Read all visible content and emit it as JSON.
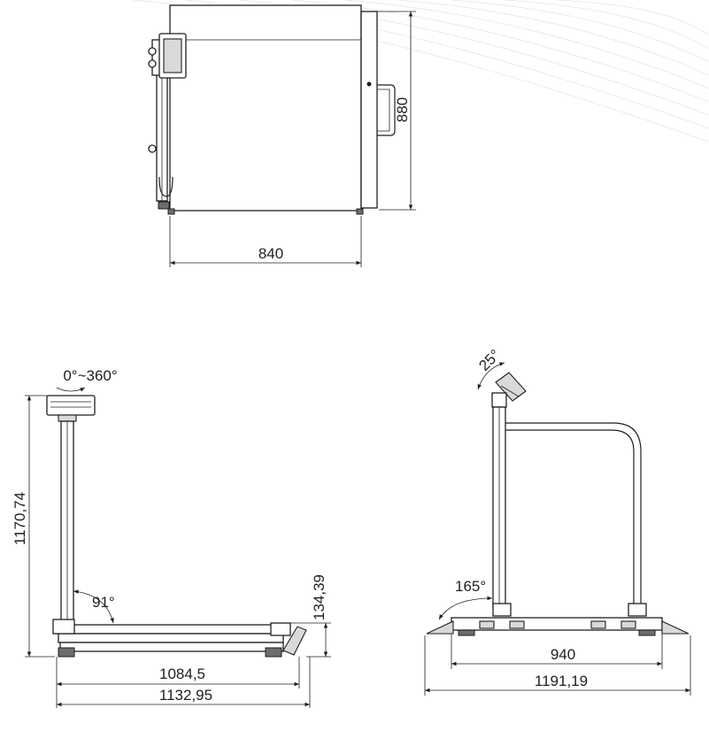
{
  "top_view": {
    "width_label": "840",
    "depth_label": "880"
  },
  "side_view": {
    "rotation_label": "0°~360°",
    "tilt_label": "91°",
    "height_label": "1170,74",
    "platform_height_label": "134,39",
    "platform_length_label": "1084,5",
    "overall_length_label": "1132,95"
  },
  "front_view": {
    "display_tilt_label": "25°",
    "ramp_angle_label": "165°",
    "platform_width_label": "940",
    "overall_width_label": "1191,19"
  }
}
